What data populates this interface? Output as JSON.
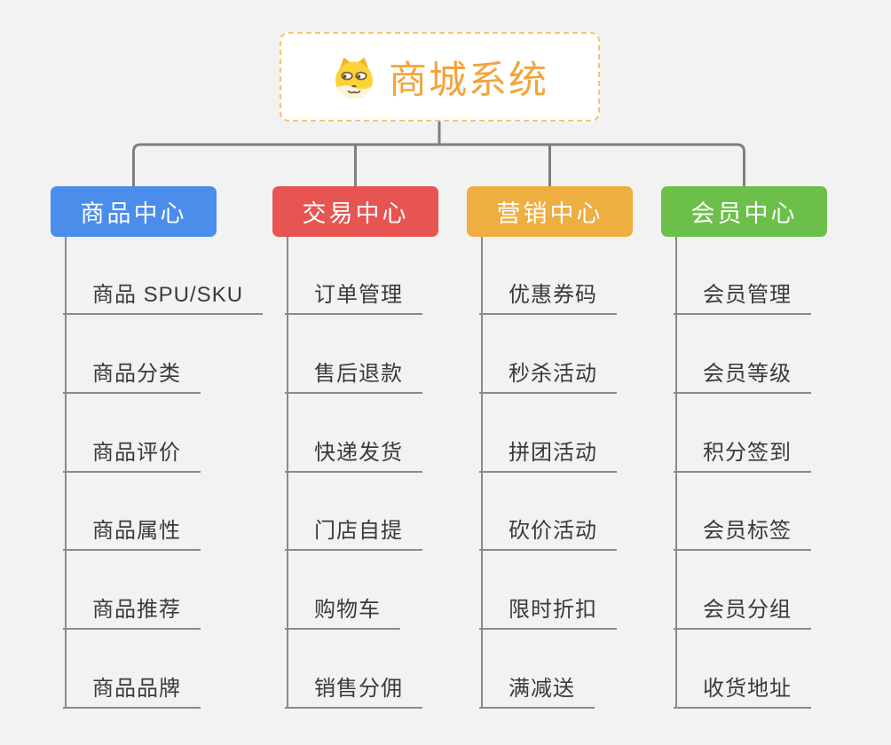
{
  "root": {
    "label": "商城系统",
    "icon": "dog-face-icon",
    "label_color": "#F2A43A",
    "border_color": "#F5C473"
  },
  "colors": {
    "connector": "#7F7F7F",
    "line": "#8A8A8A",
    "background": "#F2F2F2"
  },
  "branches": [
    {
      "label": "商品中心",
      "color": "#4A8DEA",
      "children": [
        "商品 SPU/SKU",
        "商品分类",
        "商品评价",
        "商品属性",
        "商品推荐",
        "商品品牌"
      ]
    },
    {
      "label": "交易中心",
      "color": "#E65551",
      "children": [
        "订单管理",
        "售后退款",
        "快递发货",
        "门店自提",
        "购物车",
        "销售分佣"
      ]
    },
    {
      "label": "营销中心",
      "color": "#EFAE40",
      "children": [
        "优惠券码",
        "秒杀活动",
        "拼团活动",
        "砍价活动",
        "限时折扣",
        "满减送"
      ]
    },
    {
      "label": "会员中心",
      "color": "#6CC04A",
      "children": [
        "会员管理",
        "会员等级",
        "积分签到",
        "会员标签",
        "会员分组",
        "收货地址"
      ]
    }
  ]
}
